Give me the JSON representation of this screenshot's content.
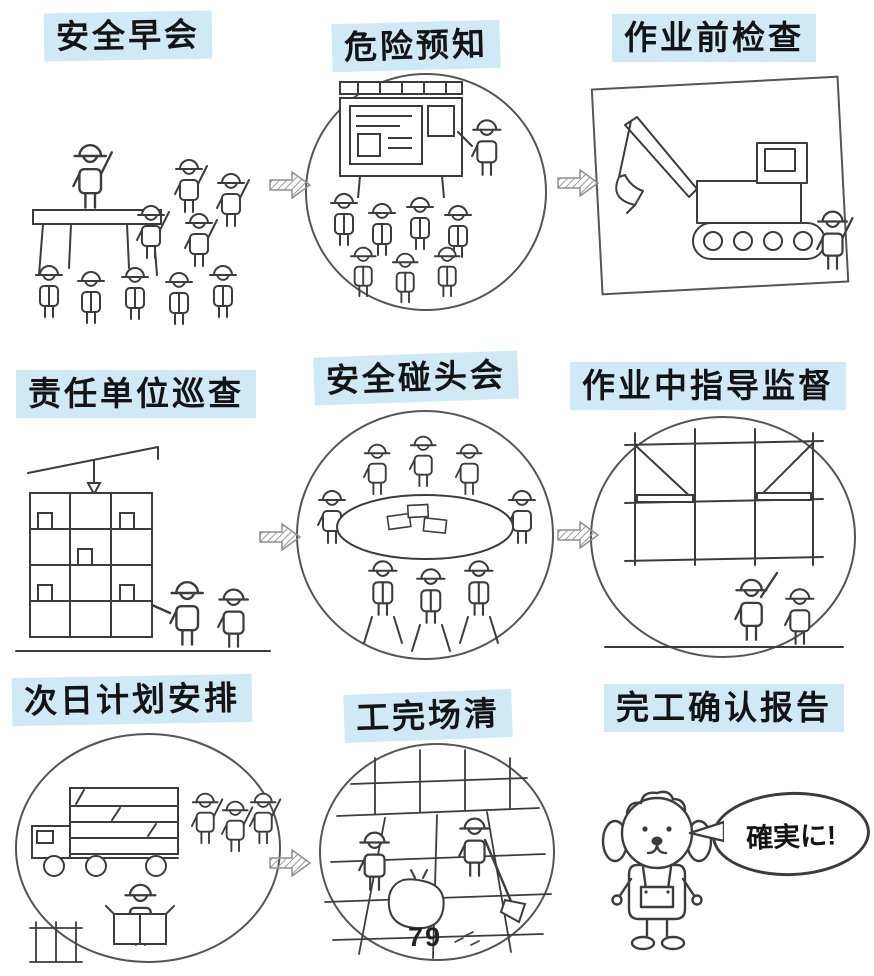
{
  "colors": {
    "label_bg": "#cfe9f5",
    "line": "#3c3c3c",
    "panel_border": "#555555",
    "arrow_fill": "#9a9a9a",
    "background": "#ffffff"
  },
  "steps": [
    {
      "id": 1,
      "label": "安全早会",
      "illustration": "morning-safety-meeting"
    },
    {
      "id": 2,
      "label": "危险预知",
      "illustration": "hazard-prediction-board"
    },
    {
      "id": 3,
      "label": "作业前检查",
      "illustration": "pre-work-equipment-check"
    },
    {
      "id": 4,
      "label": "责任单位巡查",
      "illustration": "responsible-unit-patrol"
    },
    {
      "id": 5,
      "label": "安全碰头会",
      "illustration": "safety-huddle-meeting"
    },
    {
      "id": 6,
      "label": "作业中指导监督",
      "illustration": "on-site-guidance-supervision"
    },
    {
      "id": 7,
      "label": "次日计划安排",
      "illustration": "next-day-planning"
    },
    {
      "id": 8,
      "label": "工完场清",
      "illustration": "site-cleanup"
    },
    {
      "id": 9,
      "label": "完工确认报告",
      "illustration": "completion-report-mascot"
    }
  ],
  "mascot_speech": "確実に!",
  "page_number": "79",
  "flow_arrow_icon": "right-block-arrow"
}
